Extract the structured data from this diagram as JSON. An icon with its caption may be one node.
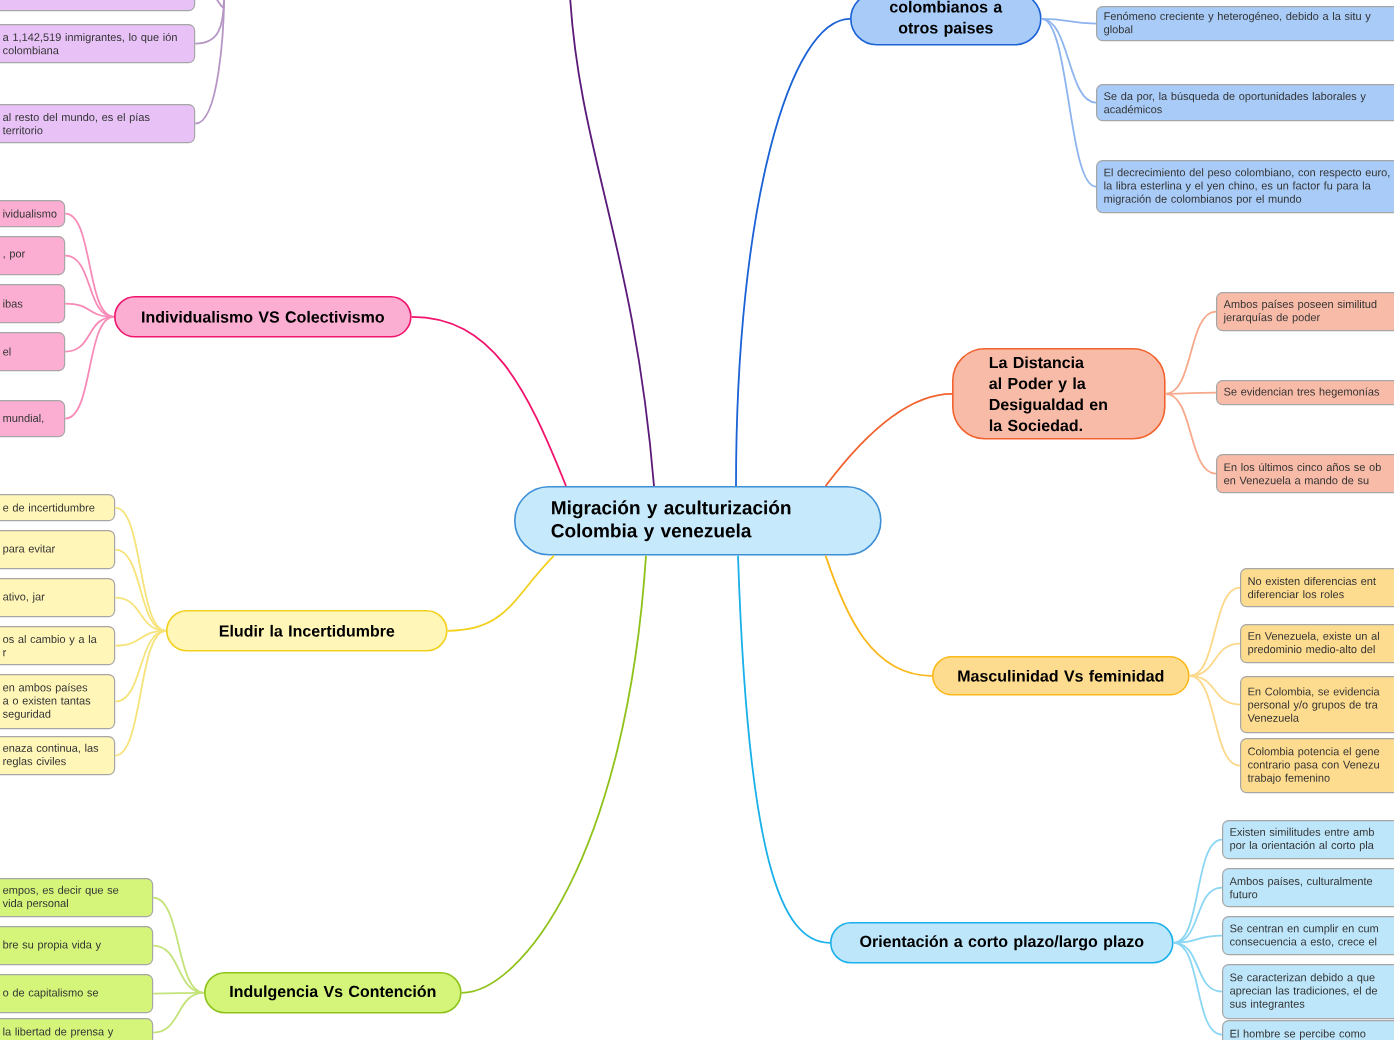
{
  "diagram": {
    "nodes": [
      {
        "text": [
          "Migración y aculturización Colombia y venezuela"
        ]
      },
      {
        "text": [
          "colombianos a otros paises"
        ]
      },
      {
        "text": [
          "Fenómeno creciente y heterogéneo, debido a la situ y global"
        ]
      },
      {
        "text": [
          "Se da por, la búsqueda de oportunidades laborales y académicos"
        ]
      },
      {
        "text": [
          "El decrecimiento del peso colombiano, con respecto euro, la libra esterlina y el yen chino, es un factor fu para la migración de colombianos por el mundo"
        ]
      },
      {
        "text": [
          "La Distancia al Poder y la Desigualdad en la Sociedad."
        ]
      },
      {
        "text": [
          "Ambos países poseen similitud jerarquías de poder"
        ]
      },
      {
        "text": [
          "Se evidencian tres hegemonías"
        ]
      },
      {
        "text": [
          "En los últimos cinco años se ob en Venezuela a mando de su"
        ]
      },
      {
        "text": [
          "Masculinidad Vs feminidad"
        ]
      },
      {
        "text": [
          "No existen diferencias ent diferenciar los roles"
        ]
      },
      {
        "text": [
          "En Venezuela, existe un al predominio medio-alto del"
        ]
      },
      {
        "text": [
          "En Colombia, se evidencia personal y/o grupos de tra Venezuela"
        ]
      },
      {
        "text": [
          "Colombia potencia el gene contrario pasa con Venezu trabajo femenino"
        ]
      },
      {
        "text": [
          "Orientación a corto plazo/largo plazo"
        ]
      },
      {
        "text": [
          "Existen similitudes entre amb por la orientación al corto pla"
        ]
      },
      {
        "text": [
          "Ambos países, culturalmente futuro"
        ]
      },
      {
        "text": [
          "Se centran en cumplir en cum consecuencia a esto, crece el"
        ]
      },
      {
        "text": [
          "Se caracterizan debido a que aprecian las tradiciones, el de sus integrantes"
        ]
      },
      {
        "text": [
          "El hombre se percibe como"
        ]
      },
      {
        "text": [],
        "shape": "box"
      },
      {
        "text": [
          "a 1,142,519 inmigrantes, lo que ión colombiana"
        ]
      },
      {
        "text": [
          "al resto del mundo, es el pías territorio"
        ]
      },
      {
        "text": [
          "Individualismo VS Colectivismo"
        ]
      },
      {
        "text": [
          "ividualismo"
        ]
      },
      {
        "text": [
          ", por"
        ]
      },
      {
        "text": [
          "ibas"
        ]
      },
      {
        "text": [
          "el"
        ]
      },
      {
        "text": [
          "mundial,"
        ]
      },
      {
        "text": [
          "Eludir la Incertidumbre"
        ]
      },
      {
        "text": [
          "e de incertidumbre"
        ]
      },
      {
        "text": [
          "para evitar"
        ]
      },
      {
        "text": [
          "ativo, jar"
        ]
      },
      {
        "text": [
          "os al cambio y a la r"
        ]
      },
      {
        "text": [
          "en ambos países a o existen tantas seguridad"
        ]
      },
      {
        "text": [
          "enaza continua, las reglas civiles"
        ]
      },
      {
        "text": [
          "Indulgencia Vs Contención"
        ]
      },
      {
        "text": [
          "empos, es decir que se vida personal"
        ]
      },
      {
        "text": [
          "bre su propia vida y"
        ]
      },
      {
        "text": [
          "o de capitalismo se"
        ]
      },
      {
        "text": [
          "la libertad de prensa y"
        ]
      }
    ],
    "edges": [
      {
        "from": 0,
        "to": 1,
        "arrow": "none",
        "color": "#1a62d6"
      },
      {
        "from": 0,
        "to": 5,
        "arrow": "none",
        "color": "#f2622e"
      },
      {
        "from": 0,
        "to": 9,
        "arrow": "none",
        "color": "#fbb81b"
      },
      {
        "from": 0,
        "to": 14,
        "arrow": "none",
        "color": "#1ab0ea"
      },
      {
        "from": 0,
        "to": null,
        "arrow": "none",
        "color": "#5b1a7a"
      },
      {
        "from": 0,
        "to": 23,
        "arrow": "none",
        "color": "#f0146c"
      },
      {
        "from": 0,
        "to": 29,
        "arrow": "none",
        "color": "#f2d01e"
      },
      {
        "from": 0,
        "to": 36,
        "arrow": "none",
        "color": "#8fc21a"
      },
      {
        "from": 1,
        "to": 2,
        "arrow": "none",
        "color": "#8db4ee"
      },
      {
        "from": 1,
        "to": 3,
        "arrow": "none",
        "color": "#8db4ee"
      },
      {
        "from": 1,
        "to": 4,
        "arrow": "none",
        "color": "#8db4ee"
      },
      {
        "from": 5,
        "to": 6,
        "arrow": "none",
        "color": "#f7a98c"
      },
      {
        "from": 5,
        "to": 7,
        "arrow": "none",
        "color": "#f7a98c"
      },
      {
        "from": 5,
        "to": 8,
        "arrow": "none",
        "color": "#f7a98c"
      },
      {
        "from": 9,
        "to": 10,
        "arrow": "none",
        "color": "#fcd98a"
      },
      {
        "from": 9,
        "to": 11,
        "arrow": "none",
        "color": "#fcd98a"
      },
      {
        "from": 9,
        "to": 12,
        "arrow": "none",
        "color": "#fcd98a"
      },
      {
        "from": 9,
        "to": 13,
        "arrow": "none",
        "color": "#fcd98a"
      },
      {
        "from": 14,
        "to": 15,
        "arrow": "none",
        "color": "#8ad6f4"
      },
      {
        "from": 14,
        "to": 16,
        "arrow": "none",
        "color": "#8ad6f4"
      },
      {
        "from": 14,
        "to": 17,
        "arrow": "none",
        "color": "#8ad6f4"
      },
      {
        "from": 14,
        "to": 18,
        "arrow": "none",
        "color": "#8ad6f4"
      },
      {
        "from": 14,
        "to": 19,
        "arrow": "none",
        "color": "#8ad6f4"
      },
      {
        "from": null,
        "to": 20,
        "arrow": "none",
        "color": "#b596c4"
      },
      {
        "from": null,
        "to": 21,
        "arrow": "none",
        "color": "#b596c4"
      },
      {
        "from": null,
        "to": 22,
        "arrow": "none",
        "color": "#b596c4"
      },
      {
        "from": 23,
        "to": 24,
        "arrow": "none",
        "color": "#f88ab8"
      },
      {
        "from": 23,
        "to": 25,
        "arrow": "none",
        "color": "#f88ab8"
      },
      {
        "from": 23,
        "to": 26,
        "arrow": "none",
        "color": "#f88ab8"
      },
      {
        "from": 23,
        "to": 27,
        "arrow": "none",
        "color": "#f88ab8"
      },
      {
        "from": 23,
        "to": 28,
        "arrow": "none",
        "color": "#f88ab8"
      },
      {
        "from": 29,
        "to": 30,
        "arrow": "none",
        "color": "#f6e37a"
      },
      {
        "from": 29,
        "to": 31,
        "arrow": "none",
        "color": "#f6e37a"
      },
      {
        "from": 29,
        "to": 32,
        "arrow": "none",
        "color": "#f6e37a"
      },
      {
        "from": 29,
        "to": 33,
        "arrow": "none",
        "color": "#f6e37a"
      },
      {
        "from": 29,
        "to": 34,
        "arrow": "none",
        "color": "#f6e37a"
      },
      {
        "from": 29,
        "to": 35,
        "arrow": "none",
        "color": "#f6e37a"
      },
      {
        "from": 36,
        "to": 37,
        "arrow": "none",
        "color": "#c4e37a"
      },
      {
        "from": 36,
        "to": 38,
        "arrow": "none",
        "color": "#c4e37a"
      },
      {
        "from": 36,
        "to": 39,
        "arrow": "none",
        "color": "#c4e37a"
      },
      {
        "from": 36,
        "to": 40,
        "arrow": "none",
        "color": "#c4e37a"
      }
    ]
  }
}
